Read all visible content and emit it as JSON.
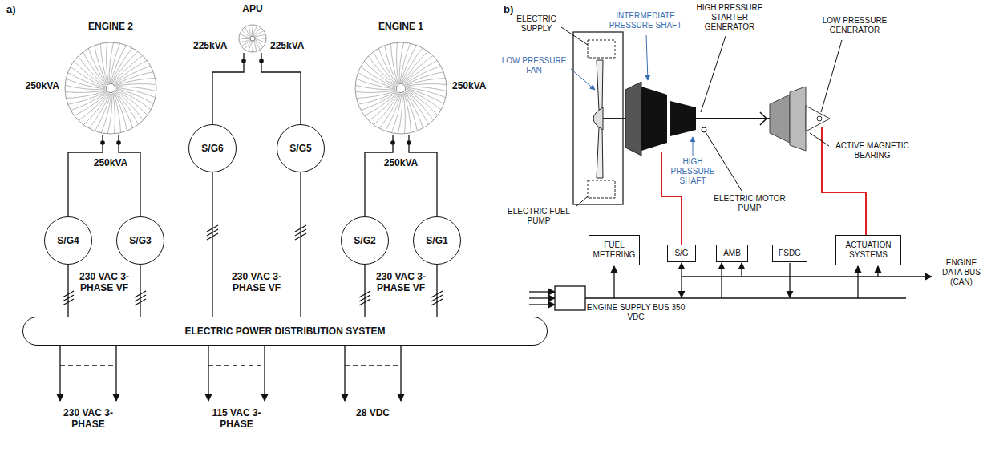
{
  "diagram": {
    "nodes": [
      {
        "text": [
          "ENGINE 2",
          "250kVA"
        ]
      },
      {
        "text": [
          "APU"
        ]
      },
      {
        "text": [
          "ENGINE 1",
          "250kVA"
        ]
      },
      {
        "text": [
          "S/G4"
        ]
      },
      {
        "text": [
          "S/G3"
        ]
      },
      {
        "text": [
          "S/G6"
        ]
      },
      {
        "text": [
          "S/G5"
        ]
      },
      {
        "text": [
          "S/G2"
        ]
      },
      {
        "text": [
          "S/G1"
        ]
      },
      {
        "text": [
          "ELECTRIC POWER DISTRIBUTION SYSTEM"
        ]
      },
      {
        "text": [
          "FUEL METERING"
        ]
      },
      {
        "text": [
          "S/G"
        ]
      },
      {
        "text": [
          "AMB"
        ]
      },
      {
        "text": [
          "FSDG"
        ]
      },
      {
        "text": [
          "ACTUATION SYSTEMS"
        ]
      }
    ],
    "edges": [
      {
        "from": 0,
        "to": 3,
        "arrow": "none"
      },
      {
        "from": 0,
        "to": 4,
        "arrow": "none"
      },
      {
        "from": 1,
        "to": 5,
        "label": "225kVA",
        "arrow": "none"
      },
      {
        "from": 1,
        "to": 6,
        "label": "225kVA",
        "arrow": "none"
      },
      {
        "from": 2,
        "to": 7,
        "arrow": "none"
      },
      {
        "from": 2,
        "to": 8,
        "arrow": "none"
      },
      {
        "from": 3,
        "to": 9,
        "arrow": "none"
      },
      {
        "from": 4,
        "to": 9,
        "arrow": "none"
      },
      {
        "from": 5,
        "to": 9,
        "arrow": "none"
      },
      {
        "from": 6,
        "to": 9,
        "arrow": "none"
      },
      {
        "from": 7,
        "to": 9,
        "arrow": "none"
      },
      {
        "from": 8,
        "to": 9,
        "arrow": "none"
      }
    ],
    "labels": [
      "a)",
      "b)",
      "250kVA",
      "250kVA",
      "230 VAC 3-PHASE VF",
      "230 VAC 3-PHASE VF",
      "230 VAC 3-PHASE VF",
      "230 VAC 3-PHASE",
      "115 VAC 3-PHASE",
      "28 VDC",
      "ELECTRIC SUPPLY",
      "LOW PRESSURE FAN",
      "INTERMEDIATE PRESSURE SHAFT",
      "HIGH PRESSURE STARTER GENERATOR",
      "LOW PRESSURE GENERATOR",
      "ACTIVE MAGNETIC BEARING",
      "HIGH PRESSURE SHAFT",
      "ELECTRIC MOTOR PUMP",
      "ELECTRIC FUEL PUMP",
      "ENGINE DATA BUS (CAN)",
      "ENGINE SUPPLY BUS 350 VDC"
    ]
  }
}
